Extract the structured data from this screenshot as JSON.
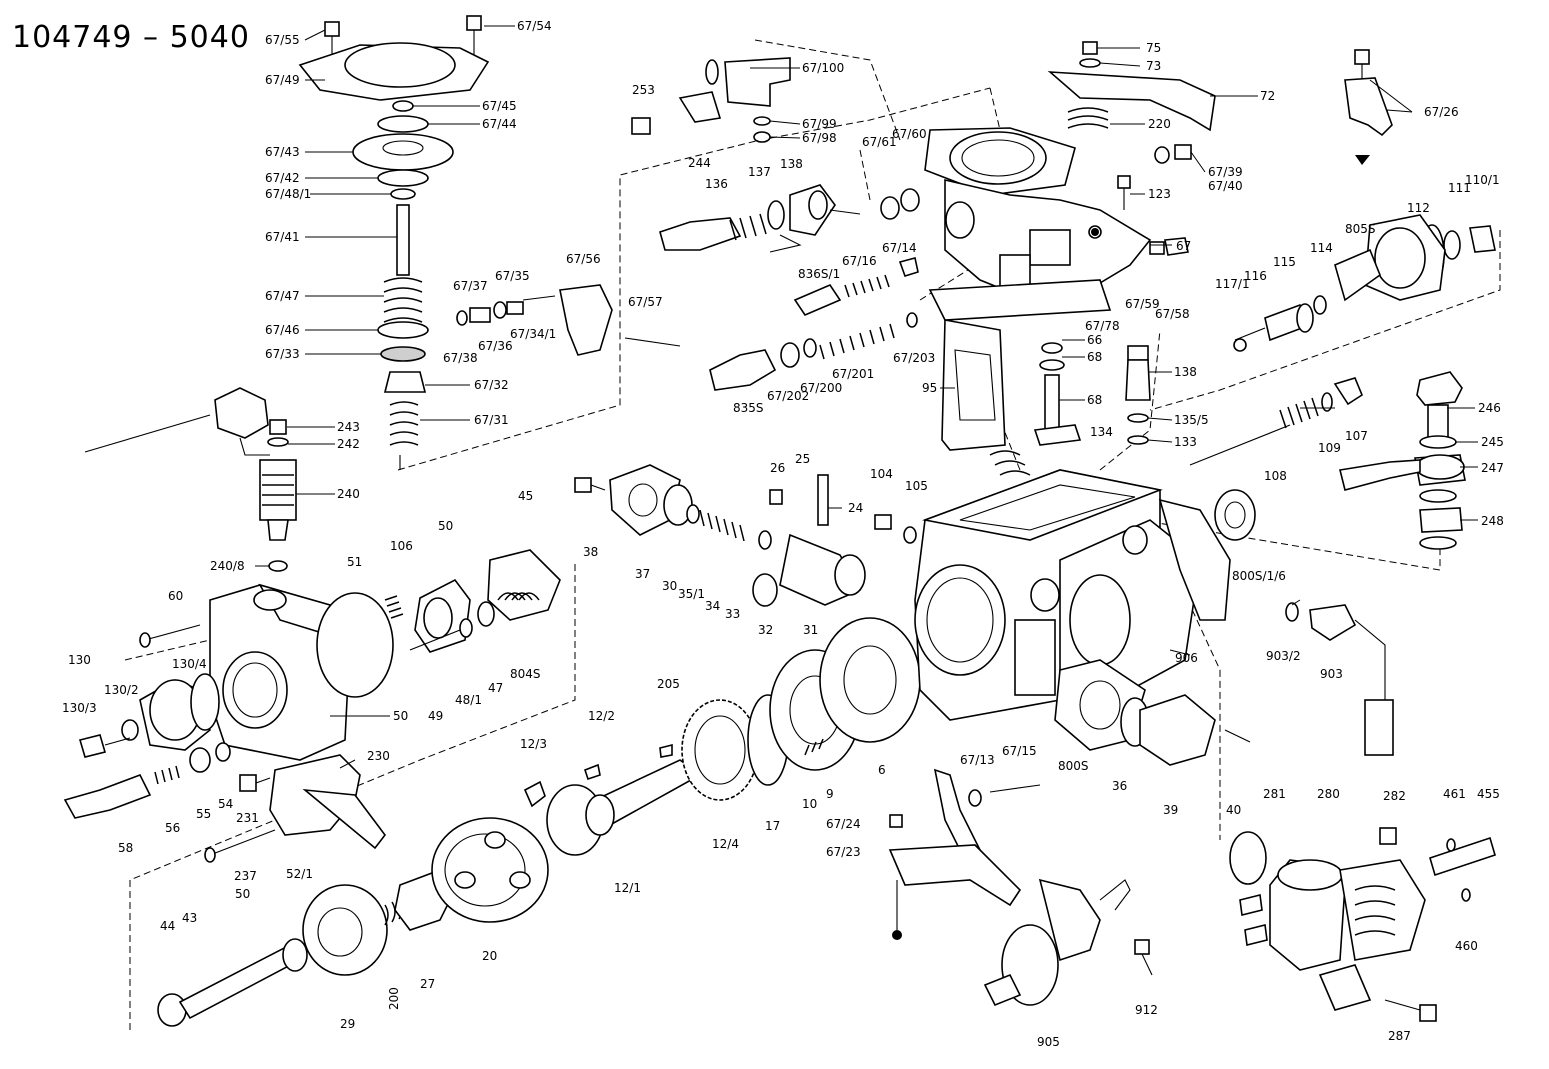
{
  "title": "104749 – 5040",
  "labels": {
    "p67_55": "67/55",
    "p67_54": "67/54",
    "p67_49": "67/49",
    "p67_45": "67/45",
    "p67_44": "67/44",
    "p67_43": "67/43",
    "p67_42": "67/42",
    "p67_48_1": "67/48/1",
    "p67_41": "67/41",
    "p67_47": "67/47",
    "p67_46": "67/46",
    "p67_33": "67/33",
    "p67_32": "67/32",
    "p67_31": "67/31",
    "p67_37": "67/37",
    "p67_35": "67/35",
    "p67_36": "67/36",
    "p67_38": "67/38",
    "p67_34_1": "67/34/1",
    "p67_56": "67/56",
    "p67_57": "67/57",
    "p253": "253",
    "p67_100": "67/100",
    "p67_99": "67/99",
    "p67_98": "67/98",
    "p244": "244",
    "p136": "136",
    "p137": "137",
    "p138a": "138",
    "p67_61": "67/61",
    "p67_60": "67/60",
    "p75": "75",
    "p73": "73",
    "p72": "72",
    "p220": "220",
    "p67_39": "67/39",
    "p67_40": "67/40",
    "p123": "123",
    "p67": "67",
    "p67_26": "67/26",
    "p110_1": "110/1",
    "p111": "111",
    "p112": "112",
    "p805s": "805S",
    "p114": "114",
    "p115": "115",
    "p116": "116",
    "p117_1": "117/1",
    "p836s_1": "836S/1",
    "p67_16": "67/16",
    "p67_14": "67/14",
    "p67_59": "67/59",
    "p67_58": "67/58",
    "p67_78": "67/78",
    "p66": "66",
    "p68a": "68",
    "p67_203": "67/203",
    "p67_201": "67/201",
    "p67_200": "67/200",
    "p67_202": "67/202",
    "p835s": "835S",
    "p95": "95",
    "p68b": "68",
    "p138b": "138",
    "p135_5": "135/5",
    "p134": "134",
    "p133": "133",
    "p107": "107",
    "p109": "109",
    "p108": "108",
    "p246": "246",
    "p245": "245",
    "p247": "247",
    "p248": "248",
    "p243": "243",
    "p242": "242",
    "p240": "240",
    "p240_8": "240/8",
    "p106": "106",
    "p51": "51",
    "p50a": "50",
    "p45": "45",
    "p26": "26",
    "p25": "25",
    "p24": "24",
    "p104": "104",
    "p105": "105",
    "p38": "38",
    "p37": "37",
    "p30": "30",
    "p35_1": "35/1",
    "p34": "34",
    "p33": "33",
    "p32": "32",
    "p31": "31",
    "p800s_1_6": "800S/1/6",
    "p60": "60",
    "p130": "130",
    "p130_4": "130/4",
    "p130_2": "130/2",
    "p130_3": "130/3",
    "p49": "49",
    "p48_1": "48/1",
    "p47": "47",
    "p804s": "804S",
    "p50b": "50",
    "p906": "906",
    "p903_2": "903/2",
    "p903": "903",
    "p205": "205",
    "p12_2": "12/2",
    "p12_3": "12/3",
    "p230": "230",
    "p58": "58",
    "p56": "56",
    "p55": "55",
    "p54": "54",
    "p231": "231",
    "p17": "17",
    "p10": "10",
    "p9": "9",
    "p6": "6",
    "p12_4": "12/4",
    "p12_1": "12/1",
    "p800s": "800S",
    "p36": "36",
    "p39": "39",
    "p40": "40",
    "p67_13": "67/13",
    "p67_15": "67/15",
    "p67_24": "67/24",
    "p67_23": "67/23",
    "p281": "281",
    "p280": "280",
    "p282": "282",
    "p461": "461",
    "p455": "455",
    "p460": "460",
    "p287": "287",
    "p237": "237",
    "p52_1": "52/1",
    "p50c": "50",
    "p44": "44",
    "p43": "43",
    "p200": "200",
    "p27": "27",
    "p20": "20",
    "p29": "29",
    "p912": "912",
    "p905": "905"
  }
}
